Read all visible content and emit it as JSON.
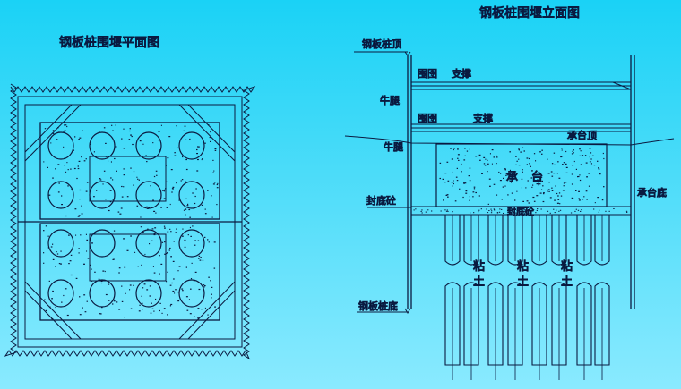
{
  "plan": {
    "title": "钢板桩围堰平面图"
  },
  "elevation": {
    "title": "钢板桩围堰立面图",
    "labels": {
      "pile_top": "钢板桩顶",
      "purlin_1": "围囹",
      "brace_1": "支撑",
      "corbel_1": "牛腿",
      "purlin_2": "围囹",
      "brace_2": "支撑",
      "cap_top": "承台顶",
      "corbel_2": "牛腿",
      "cap_char1": "承",
      "cap_char2": "台",
      "seal_concrete": "封底砼",
      "cap_bottom": "承台底",
      "seal_inner": "封底砼",
      "pile_bottom": "钢板桩底",
      "clay": [
        "粘",
        "土"
      ]
    }
  },
  "colors": {
    "line": "#0a1a40",
    "title": "#0a2a8a",
    "background_top": "#1ad2f6",
    "background_bottom": "#8aeaff"
  }
}
